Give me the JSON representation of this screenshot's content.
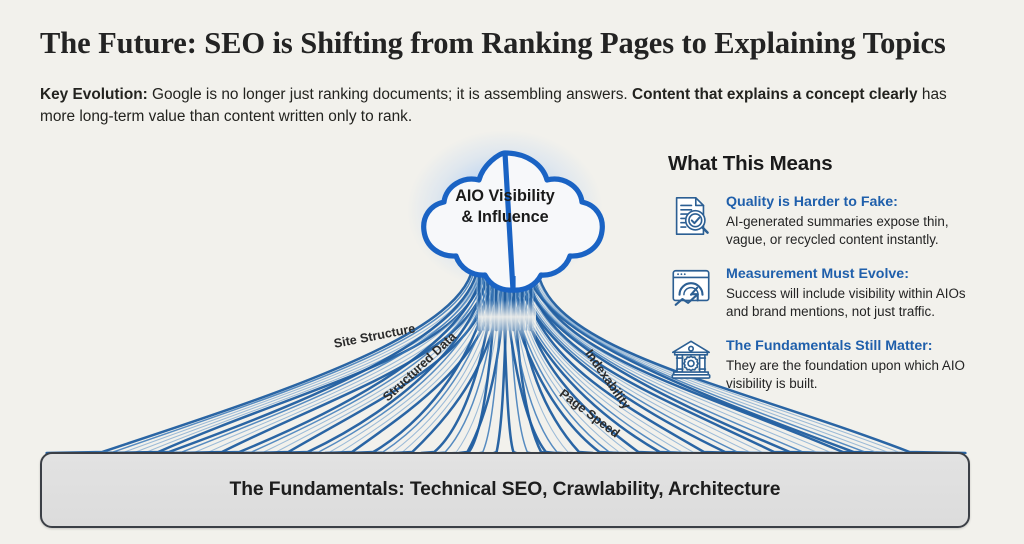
{
  "header": {
    "title": "The Future: SEO is Shifting from Ranking Pages to Explaining Topics",
    "subtitle_lead": "Key Evolution:",
    "subtitle_part1": " Google is no longer just ranking documents; it is assembling answers. ",
    "subtitle_bold2": "Content that explains a concept clearly",
    "subtitle_part2": " has more long-term value than content written only to rank."
  },
  "diagram": {
    "cloud_label_line1": "AIO Visibility",
    "cloud_label_line2": "& Influence",
    "root_labels": [
      {
        "id": "site-structure",
        "text": "Site Structure"
      },
      {
        "id": "structured-data",
        "text": "Structured Data"
      },
      {
        "id": "indexability",
        "text": "Indexability"
      },
      {
        "id": "page-speed",
        "text": "Page Speed"
      }
    ],
    "colors": {
      "root_dark": "#1f5da0",
      "root_mid": "#3b79b8",
      "root_light": "#7fa8d0",
      "cloud_stroke": "#1a63c4",
      "glow": "#7fb0f0"
    }
  },
  "panel": {
    "title": "What This Means",
    "items": [
      {
        "icon": "document-search-check-icon",
        "heading": "Quality is Harder to Fake:",
        "body": "AI-generated summaries expose thin, vague, or recycled content instantly."
      },
      {
        "icon": "dashboard-gauge-growth-icon",
        "heading": "Measurement Must Evolve:",
        "body": "Success will include visibility within AIOs and brand mentions, not just traffic."
      },
      {
        "icon": "institution-gear-icon",
        "heading": "The Fundamentals Still Matter:",
        "body": "They are the foundation upon which AIO visibility is built."
      }
    ],
    "accent_color": "#1f5fab"
  },
  "foundation": {
    "label": "The Fundamentals: Technical SEO, Crawlability, Architecture",
    "fill_color": "#dfdfdf",
    "border_color": "#3b3f46"
  },
  "page": {
    "background_color": "#f2f1ec"
  }
}
